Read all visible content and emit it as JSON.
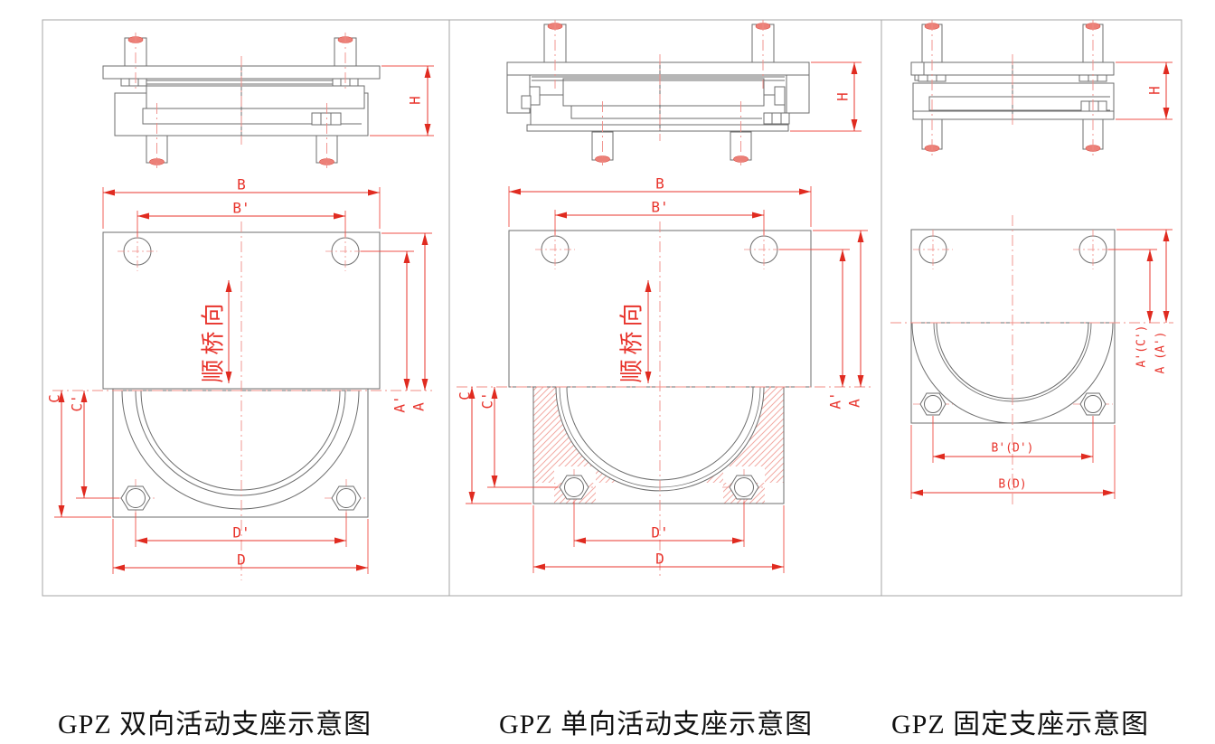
{
  "figure": "GPZ pot bearing schematic drawings, three types side by side",
  "panels": [
    {
      "caption": "GPZ 双向活动支座示意图",
      "labels": {
        "H": "H",
        "B": "B",
        "B2": "B'",
        "A": "A",
        "A2": "A'",
        "C": "C",
        "C2": "C'",
        "D": "D",
        "D2": "D'",
        "dir": "顺桥向"
      }
    },
    {
      "caption": "GPZ 单向活动支座示意图",
      "labels": {
        "H": "H",
        "B": "B",
        "B2": "B'",
        "A": "A",
        "A2": "A'",
        "C": "C",
        "C2": "C'",
        "D": "D",
        "D2": "D'",
        "dir": "顺桥向"
      }
    },
    {
      "caption": "GPZ 固定支座示意图",
      "labels": {
        "H": "H",
        "A2C2": "A'(C')",
        "AA2": "A (A')",
        "B2D2": "B'(D')",
        "BD": "B(D)"
      }
    }
  ],
  "colors": {
    "dimension_red": "#e8342c",
    "centerline_pink": "#f08c86",
    "hatch_pink": "#f2aaa4",
    "steel_line_gray": "#6e6e6e",
    "border_gray": "#a6a6a6",
    "caption_black": "#111111",
    "background": "#ffffff"
  }
}
